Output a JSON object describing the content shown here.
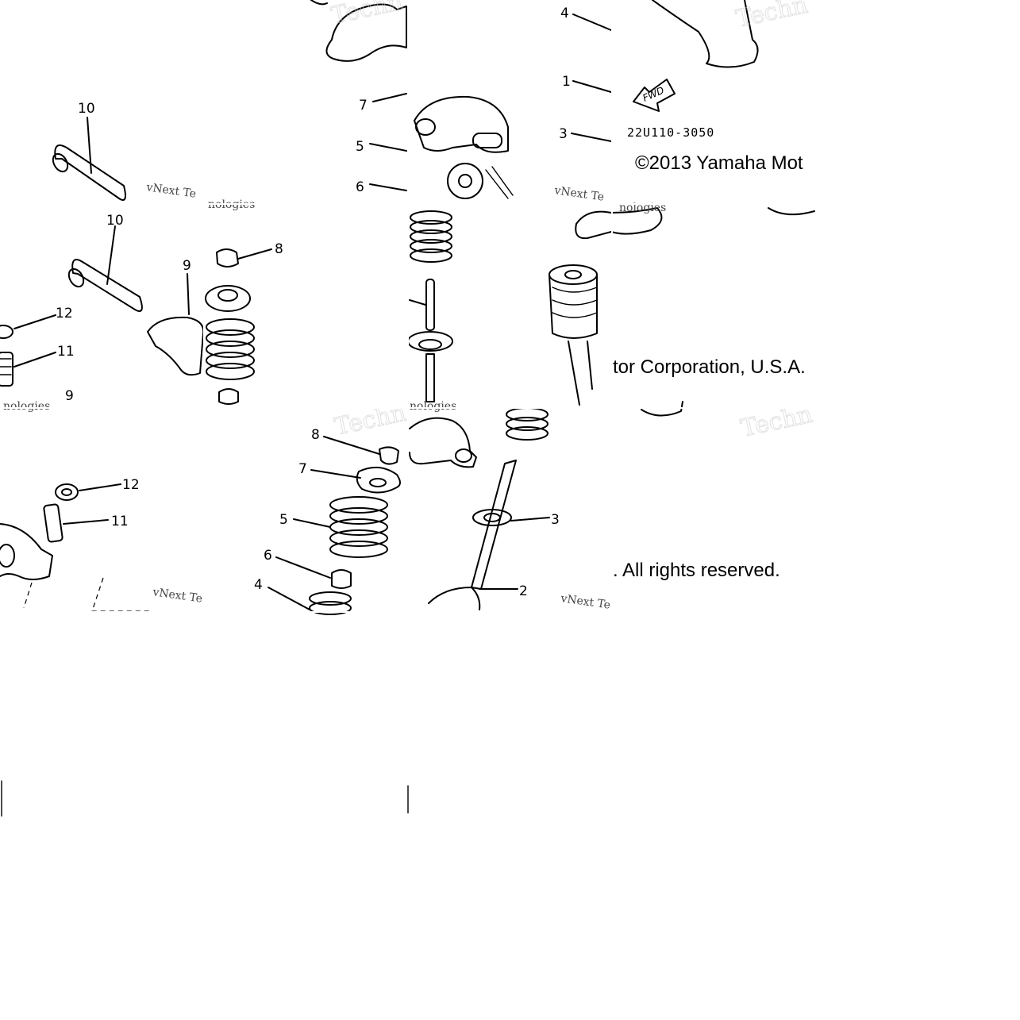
{
  "diagram": {
    "callouts": {
      "n10a": "10",
      "n10b": "10",
      "n9": "9",
      "n12a": "12",
      "n11a": "11",
      "n9b": "9",
      "n8a": "8",
      "n7a": "7",
      "n5a": "5",
      "n6a": "6",
      "n12b": "12",
      "n11b": "11",
      "n8b": "8",
      "n7b": "7",
      "n5b": "5",
      "n6b": "6",
      "n4b": "4",
      "n4a": "4",
      "n1a": "1",
      "n3a": "3",
      "n3b": "3",
      "n2b": "2"
    },
    "part_code": "22U110-3050",
    "fwd_label": "FWD"
  },
  "copyright": {
    "part1": "©2013 Yamaha Mot",
    "part2": "tor Corporation, U.S.A.",
    "part3": ". All rights reserved."
  },
  "watermark": {
    "brand_a": "Techn",
    "brand_b": "vNext Te",
    "brand_c": "nologies"
  }
}
